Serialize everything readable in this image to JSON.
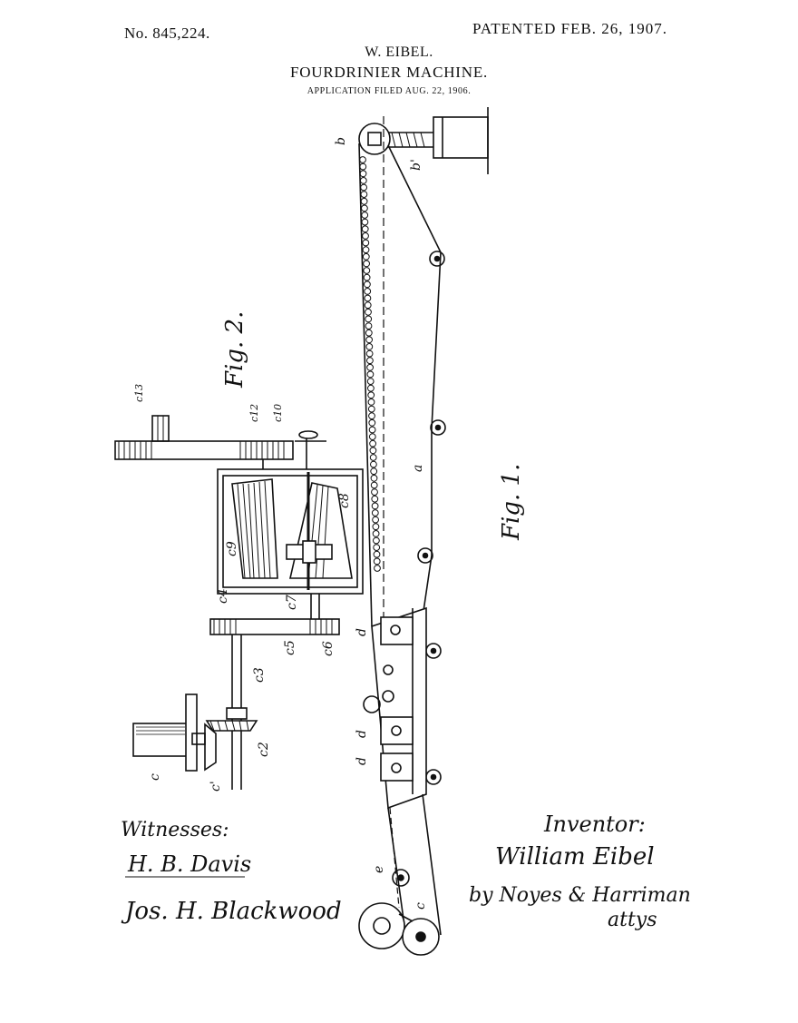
{
  "header": {
    "patent_number": "No. 845,224.",
    "patent_date": "PATENTED FEB. 26, 1907.",
    "inventor": "W. EIBEL.",
    "title": "FOURDRINIER MACHINE.",
    "application": "APPLICATION FILED AUG. 22, 1906."
  },
  "figures": {
    "fig1_label": "Fig. 1.",
    "fig2_label": "Fig. 2."
  },
  "labels": {
    "b": "b",
    "b1": "b'",
    "a": "a",
    "c": "c",
    "c1": "c'",
    "c2": "c2",
    "c3": "c3",
    "c4": "c4",
    "c5": "c5",
    "c6": "c6",
    "c7": "c7",
    "c8": "c8",
    "c9": "c9",
    "c10": "c10",
    "c12": "c12",
    "c13": "c13",
    "d": "d",
    "e": "e"
  },
  "signatures": {
    "witnesses_label": "Witnesses:",
    "witness_1": "H. B. Davis",
    "witness_2": "Jos. H. Blackwood",
    "inventor_label": "Inventor:",
    "inventor_signature": "William Eibel",
    "attorneys": "by Noyes & Harriman",
    "attys": "attys"
  }
}
